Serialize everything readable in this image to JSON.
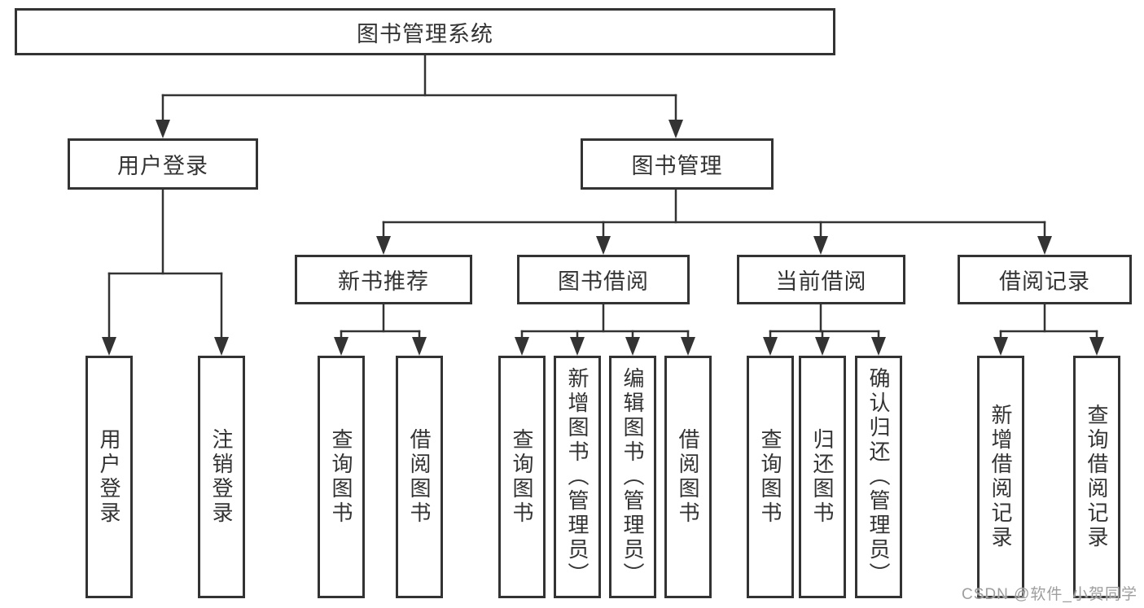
{
  "diagram": {
    "type": "tree",
    "title": "图书管理系统",
    "watermark": "CSDN @软件_小贺同学",
    "colors": {
      "line": "#333333",
      "text": "#333333",
      "box_border": "#333333",
      "background": "#ffffff",
      "watermark": "#9e9e9e"
    },
    "tree": {
      "label": "图书管理系统",
      "children": [
        {
          "label": "用户登录",
          "children": [
            {
              "label": "用户登录"
            },
            {
              "label": "注销登录"
            }
          ]
        },
        {
          "label": "图书管理",
          "children": [
            {
              "label": "新书推荐",
              "children": [
                {
                  "label": "查询图书"
                },
                {
                  "label": "借阅图书"
                }
              ]
            },
            {
              "label": "图书借阅",
              "children": [
                {
                  "label": "查询图书"
                },
                {
                  "label": "新增图书（管理员）"
                },
                {
                  "label": "编辑图书（管理员）"
                },
                {
                  "label": "借阅图书"
                }
              ]
            },
            {
              "label": "当前借阅",
              "children": [
                {
                  "label": "查询图书"
                },
                {
                  "label": "归还图书"
                },
                {
                  "label": "确认归还（管理员）"
                }
              ]
            },
            {
              "label": "借阅记录",
              "children": [
                {
                  "label": "新增借阅记录"
                },
                {
                  "label": "查询借阅记录"
                }
              ]
            }
          ]
        }
      ]
    }
  }
}
